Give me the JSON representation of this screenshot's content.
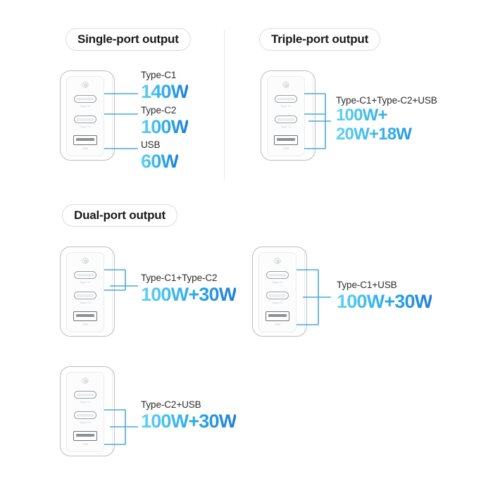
{
  "sections": [
    {
      "id": "single",
      "title": "Single-port output"
    },
    {
      "id": "triple",
      "title": "Triple-port output"
    },
    {
      "id": "dual",
      "title": "Dual-port output"
    }
  ],
  "port_labels": {
    "c1": "Type-C1",
    "c2": "Type-C2",
    "usb": "USB"
  },
  "diagrams": [
    {
      "id": "single-port",
      "section": "single",
      "specs": [
        {
          "name": "Type-C1",
          "watt": "140W"
        },
        {
          "name": "Type-C2",
          "watt": "100W"
        },
        {
          "name": "USB",
          "watt": "60W"
        }
      ]
    },
    {
      "id": "triple-port",
      "section": "triple",
      "specs": [
        {
          "name": "Type-C1+Type-C2+USB",
          "watt": "100W+",
          "watt2": "20W+18W"
        }
      ]
    },
    {
      "id": "dual-c1-c2",
      "section": "dual",
      "specs": [
        {
          "name": "Type-C1+Type-C2",
          "watt": "100W+30W"
        }
      ]
    },
    {
      "id": "dual-c1-usb",
      "section": "dual",
      "specs": [
        {
          "name": "Type-C1+USB",
          "watt": "100W+30W"
        }
      ]
    },
    {
      "id": "dual-c2-usb",
      "section": "dual",
      "specs": [
        {
          "name": "Type-C2+USB",
          "watt": "100W+30W"
        }
      ]
    }
  ],
  "colors": {
    "accent_light": "#63d2f2",
    "accent_dark": "#1f7fd6",
    "connector_line": "#4aa8d6",
    "body_outline": "#b9bdc0",
    "pill_border": "#dcdcdc",
    "text_primary": "#1a1a1a",
    "divider": "#e6e6e6"
  }
}
